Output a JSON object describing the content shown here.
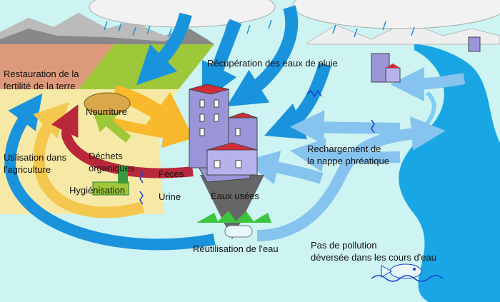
{
  "labels": {
    "fertility": "Restauration de la\nfertilité de la terre",
    "food": "Nourriture",
    "agriculture": "Utilisation dans\nl'agriculture",
    "organic_waste": "Déchets\norganiques",
    "feces": "Fèces",
    "hygiene": "Hygiénisation",
    "urine": "Urine",
    "rainwater": "Récupération des eaux de pluie",
    "groundwater": "Rechargement de\nla nappe phréatique",
    "wastewater": "Eaux usées",
    "reuse": "Réutilisation de l'eau",
    "no_pollution": "Pas de pollution\ndéversée dans les cours d'eau"
  },
  "colors": {
    "sky_blue": "#1a93dd",
    "light_blue": "#86c3ee",
    "water": "#cdf3f2",
    "river": "#19a6e4",
    "yellow": "#f4c74f",
    "orange": "#f8b92c",
    "dark_red": "#b8283a",
    "green": "#9ec83a",
    "soil": "#dd9a7a",
    "building": "#9a94d8",
    "roof": "#d22b38"
  }
}
